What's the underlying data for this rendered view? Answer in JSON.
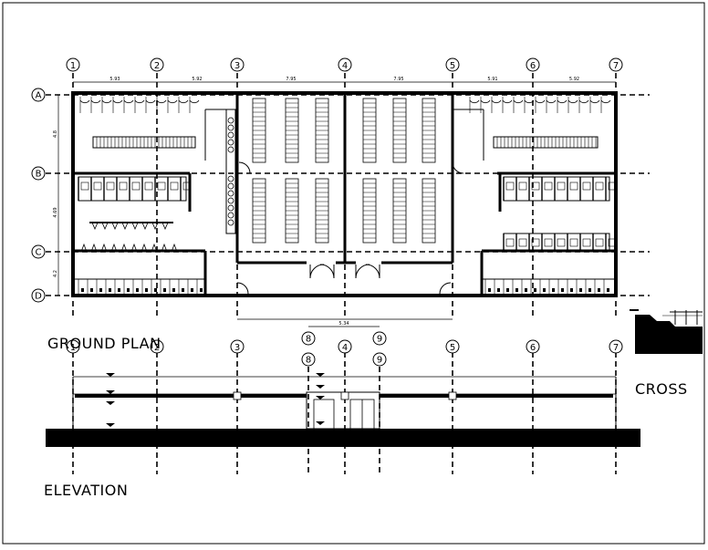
{
  "labels": {
    "ground_plan": "GROUND PLAN",
    "elevation": "ELEVATION",
    "cross": "CROSS"
  },
  "grid_columns": [
    "1",
    "2",
    "3",
    "4",
    "5",
    "6",
    "7"
  ],
  "grid_rows": [
    "A",
    "B",
    "C",
    "D"
  ],
  "dimensions_top": [
    "5.93",
    "5.92",
    "7.95",
    "7.95",
    "5.91",
    "5.92"
  ],
  "dimensions_left": [
    "4.8",
    "4.69",
    "4.2"
  ],
  "entrance_dimension": "5.34",
  "extra_axes": [
    "8",
    "9"
  ]
}
